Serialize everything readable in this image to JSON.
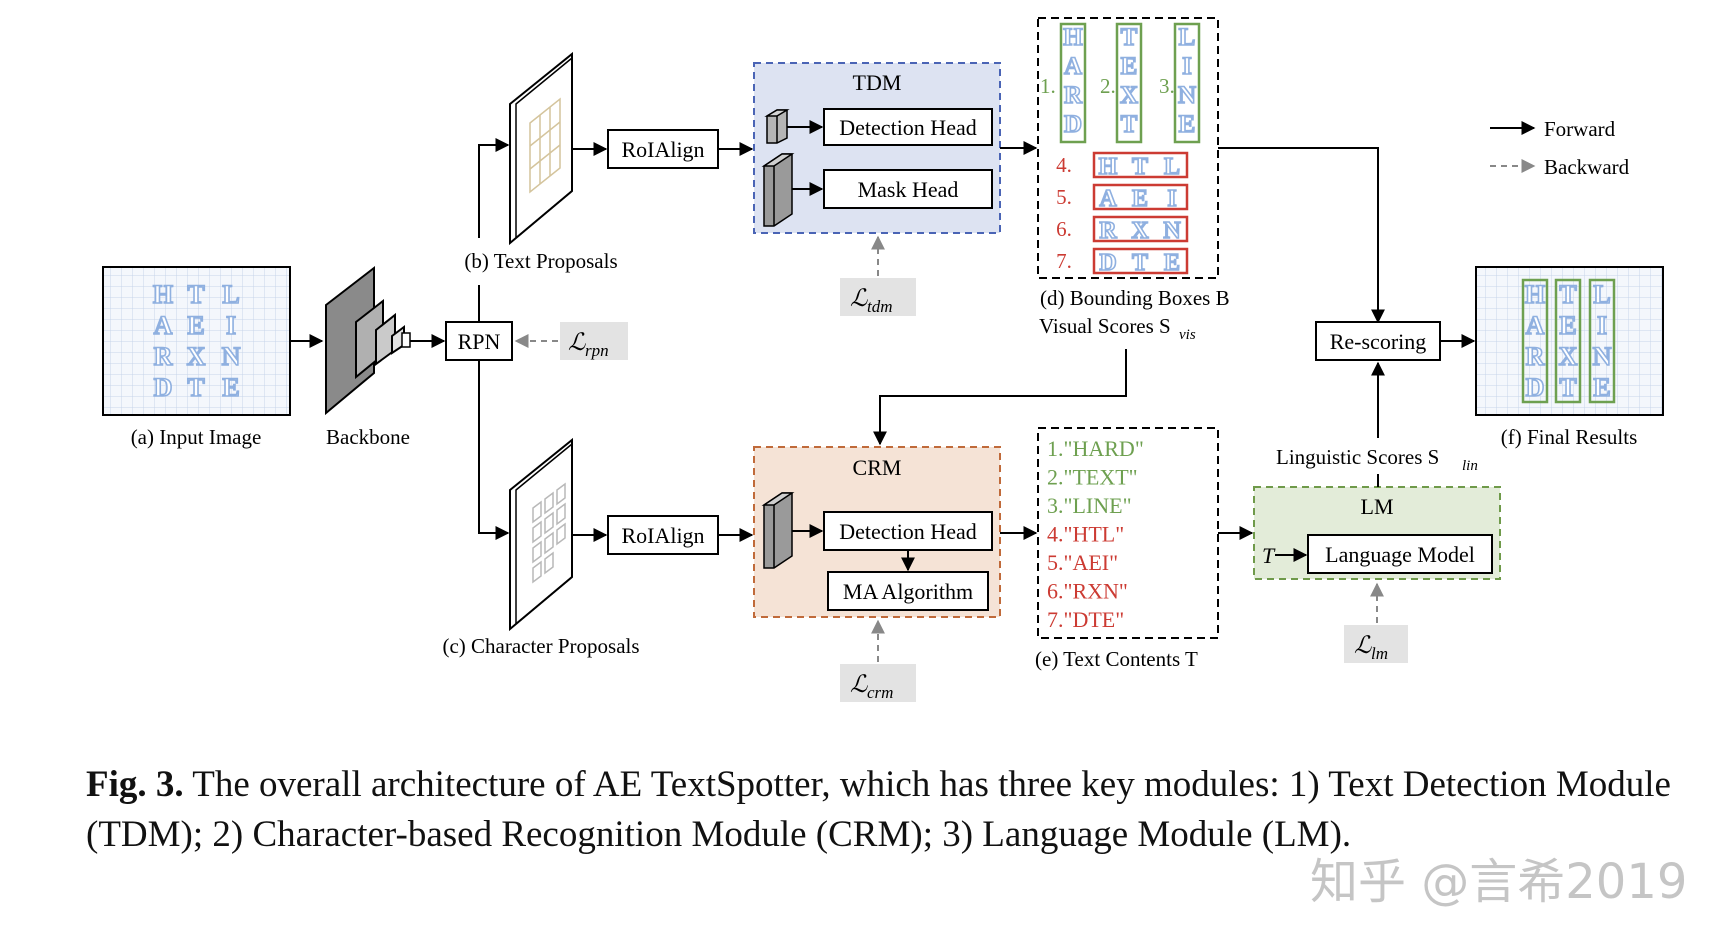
{
  "labels": {
    "input_image": "(a) Input Image",
    "backbone": "Backbone",
    "text_proposals": "(b) Text Proposals",
    "char_proposals": "(c) Character Proposals",
    "rpn": "RPN",
    "roialign_top": "RoIAlign",
    "roialign_bottom": "RoIAlign",
    "tdm_title": "TDM",
    "detection_head_top": "Detection Head",
    "mask_head": "Mask Head",
    "crm_title": "CRM",
    "detection_head_bottom": "Detection Head",
    "ma_algorithm": "MA Algorithm",
    "bounding_boxes": "(d) Bounding Boxes B",
    "visual_scores": "Visual Scores S",
    "visual_scores_sub": "vis",
    "text_contents": "(e) Text Contents T",
    "rescoring": "Re-scoring",
    "linguistic_scores": "Linguistic Scores S",
    "linguistic_scores_sub": "lin",
    "lm_title": "LM",
    "language_model": "Language Model",
    "lm_input": "T",
    "final_results": "(f) Final Results",
    "loss_rpn_sub": "rpn",
    "loss_tdm_sub": "tdm",
    "loss_crm_sub": "crm",
    "loss_lm_sub": "lm",
    "loss_symbol": "ℒ"
  },
  "legend": {
    "forward": "Forward",
    "backward": "Backward"
  },
  "input_grid": [
    "H",
    "T",
    "L",
    "A",
    "E",
    "I",
    "R",
    "X",
    "N",
    "D",
    "T",
    "E"
  ],
  "bbox_vertical": [
    {
      "num": "1.",
      "letters": [
        "H",
        "A",
        "R",
        "D"
      ]
    },
    {
      "num": "2.",
      "letters": [
        "T",
        "E",
        "X",
        "T"
      ]
    },
    {
      "num": "3.",
      "letters": [
        "L",
        "I",
        "N",
        "E"
      ]
    }
  ],
  "bbox_horizontal": [
    {
      "num": "4.",
      "letters": [
        "H",
        "T",
        "L"
      ]
    },
    {
      "num": "5.",
      "letters": [
        "A",
        "E",
        "I"
      ]
    },
    {
      "num": "6.",
      "letters": [
        "R",
        "X",
        "N"
      ]
    },
    {
      "num": "7.",
      "letters": [
        "D",
        "T",
        "E"
      ]
    }
  ],
  "text_contents": [
    {
      "num": "1.",
      "text": "\"HARD\"",
      "status": "correct"
    },
    {
      "num": "2.",
      "text": "\"TEXT\"",
      "status": "correct"
    },
    {
      "num": "3.",
      "text": "\"LINE\"",
      "status": "correct"
    },
    {
      "num": "4.",
      "text": "\"HTL\"",
      "status": "wrong"
    },
    {
      "num": "5.",
      "text": "\"AEI\"",
      "status": "wrong"
    },
    {
      "num": "6.",
      "text": "\"RXN\"",
      "status": "wrong"
    },
    {
      "num": "7.",
      "text": "\"DTE\"",
      "status": "wrong"
    }
  ],
  "caption": {
    "prefix": "Fig. 3.",
    "text": " The overall architecture of AE TextSpotter, which has three key modules: 1) Text Detection Module (TDM); 2) Character-based Recognition Module (CRM); 3) Language Module (LM)."
  },
  "watermark": "知乎 @言希2019",
  "colors": {
    "tdm_fill": "#dde3f2",
    "tdm_border": "#4a64b5",
    "crm_fill": "#f5e3d6",
    "crm_border": "#c06a3a",
    "lm_fill": "#e3ecd9",
    "lm_border": "#6f9a4a",
    "green": "#6ea050",
    "red": "#cc3b33",
    "letter_blue": "#8fb0e0",
    "loss_fill": "#e3e3e3"
  }
}
